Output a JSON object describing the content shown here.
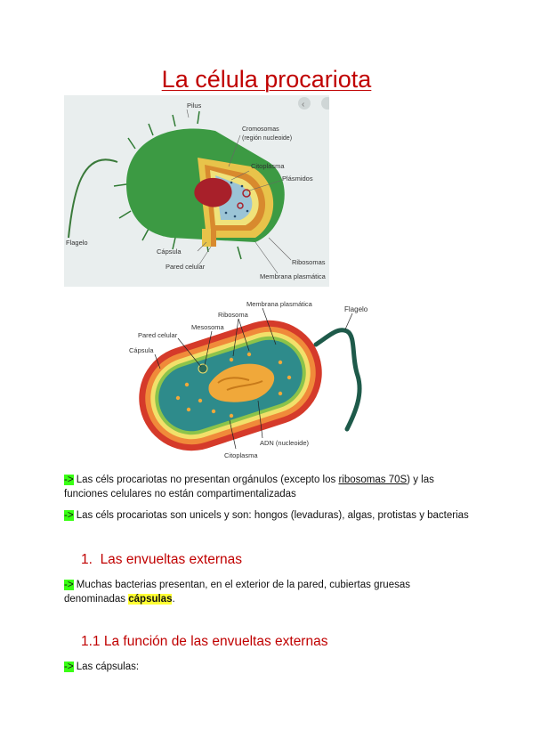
{
  "doc": {
    "title": "La célula procariota"
  },
  "figure1": {
    "labels": {
      "pilus": "Pilus",
      "cromosomas": "Cromosomas",
      "region": "(región nucleoide)",
      "citoplasma": "Citoplasma",
      "plasmidos": "Plásmidos",
      "flagelo": "Flagelo",
      "capsula": "Cápsula",
      "pared": "Pared celular",
      "ribosomas": "Ribosomas",
      "membrana": "Membrana plasmática"
    }
  },
  "figure2": {
    "labels": {
      "membrana": "Membrana plasmática",
      "flagelo": "Flagelo",
      "ribosoma": "Ribosoma",
      "mesosoma": "Mesosoma",
      "pared": "Pared celular",
      "capsula": "Cápsula",
      "adn": "ADN (nucleoide)",
      "citoplasma": "Citoplasma"
    }
  },
  "bullets": {
    "arrow": "->",
    "p1_a": " Las céls procariotas no presentan orgánulos (excepto los ",
    "p1_link": "ribosomas 70S",
    "p1_b": ") y las funciones celulares no están compartimentalizadas",
    "p2": " Las céls procariotas son unicels y son: hongos (levaduras), algas, protistas y bacterias",
    "p3_a": " Muchas bacterias presentan, en el exterior de la pared, cubiertas gruesas denominadas ",
    "p3_hl": "cápsulas",
    "p3_b": ".",
    "p4": " Las cápsulas:"
  },
  "headings": {
    "h1_num": "1.",
    "h1_text": "Las envueltas externas",
    "h2": "1.1 La función de las envueltas externas"
  },
  "colors": {
    "heading": "#c00000",
    "arrow_highlight": "#39ff14",
    "term_highlight": "#ffff33"
  }
}
